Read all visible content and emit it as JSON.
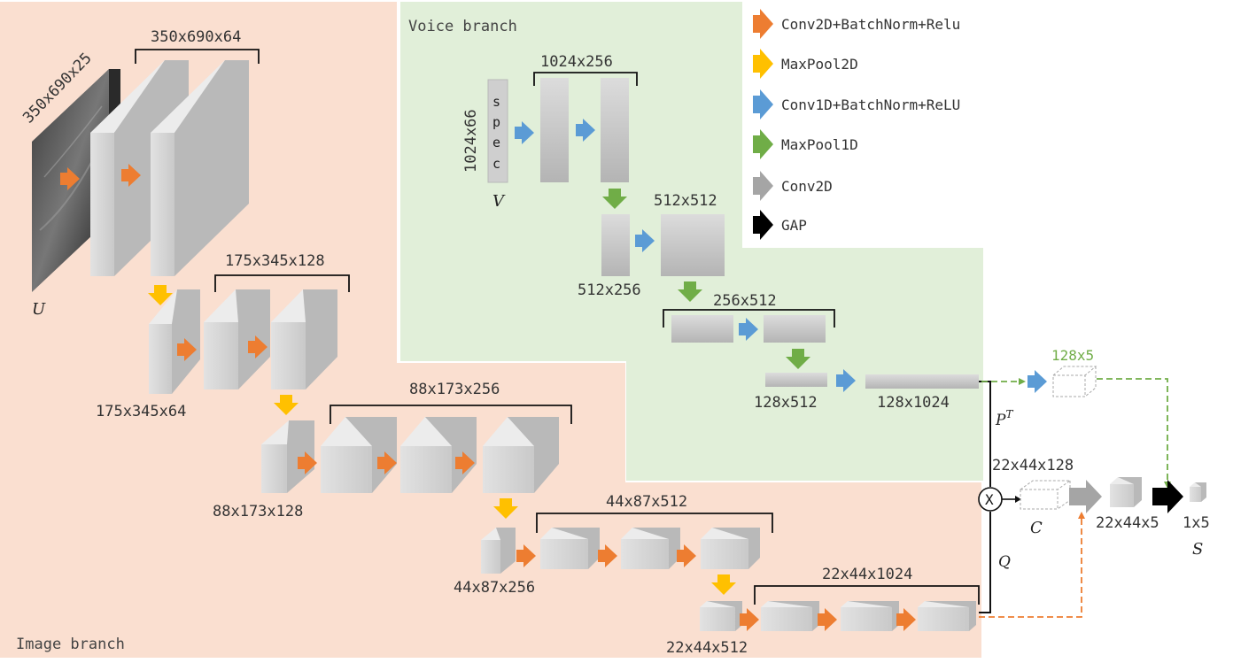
{
  "branches": {
    "voice": "Voice branch",
    "image": "Image branch"
  },
  "legend": [
    {
      "color": "#ED7D31",
      "label": "Conv2D+BatchNorm+Relu",
      "icon": "orange-arrow"
    },
    {
      "color": "#FFC000",
      "label": "MaxPool2D",
      "icon": "yellow-arrow"
    },
    {
      "color": "#5B9BD5",
      "label": "Conv1D+BatchNorm+ReLU",
      "icon": "blue-arrow"
    },
    {
      "color": "#70AD47",
      "label": "MaxPool1D",
      "icon": "green-arrow"
    },
    {
      "color": "#A5A5A5",
      "label": "Conv2D",
      "icon": "gray-arrow"
    },
    {
      "color": "#000000",
      "label": "GAP",
      "icon": "black-arrow"
    }
  ],
  "image_branch": {
    "input_dim": "350x690x25",
    "input_symbol": "U",
    "stage1": "350x690x64",
    "stage2_bracket": "175x345x128",
    "stage2_first": "175x345x64",
    "stage3_bracket": "88x173x256",
    "stage3_first": "88x173x128",
    "stage4_bracket": "44x87x512",
    "stage4_first": "44x87x256",
    "stage5_bracket": "22x44x1024",
    "stage5_first": "22x44x512"
  },
  "voice_branch": {
    "input_dim": "1024x66",
    "spec_letters": [
      "s",
      "p",
      "e",
      "c"
    ],
    "input_symbol": "V",
    "conv1": "1024x256",
    "pool1_out": "512x256",
    "conv2": "512x512",
    "pool2_conv": "256x512",
    "pool3_out": "128x512",
    "final": "128x1024"
  },
  "fusion": {
    "pt_label": "P",
    "pt_sup": "T",
    "q_label": "Q",
    "multiply_symbol": "X",
    "voice_proj": "128x5",
    "c_dim": "22x44x128",
    "c_symbol": "C",
    "after_conv": "22x44x5",
    "output_dim": "1x5",
    "output_symbol": "S"
  }
}
